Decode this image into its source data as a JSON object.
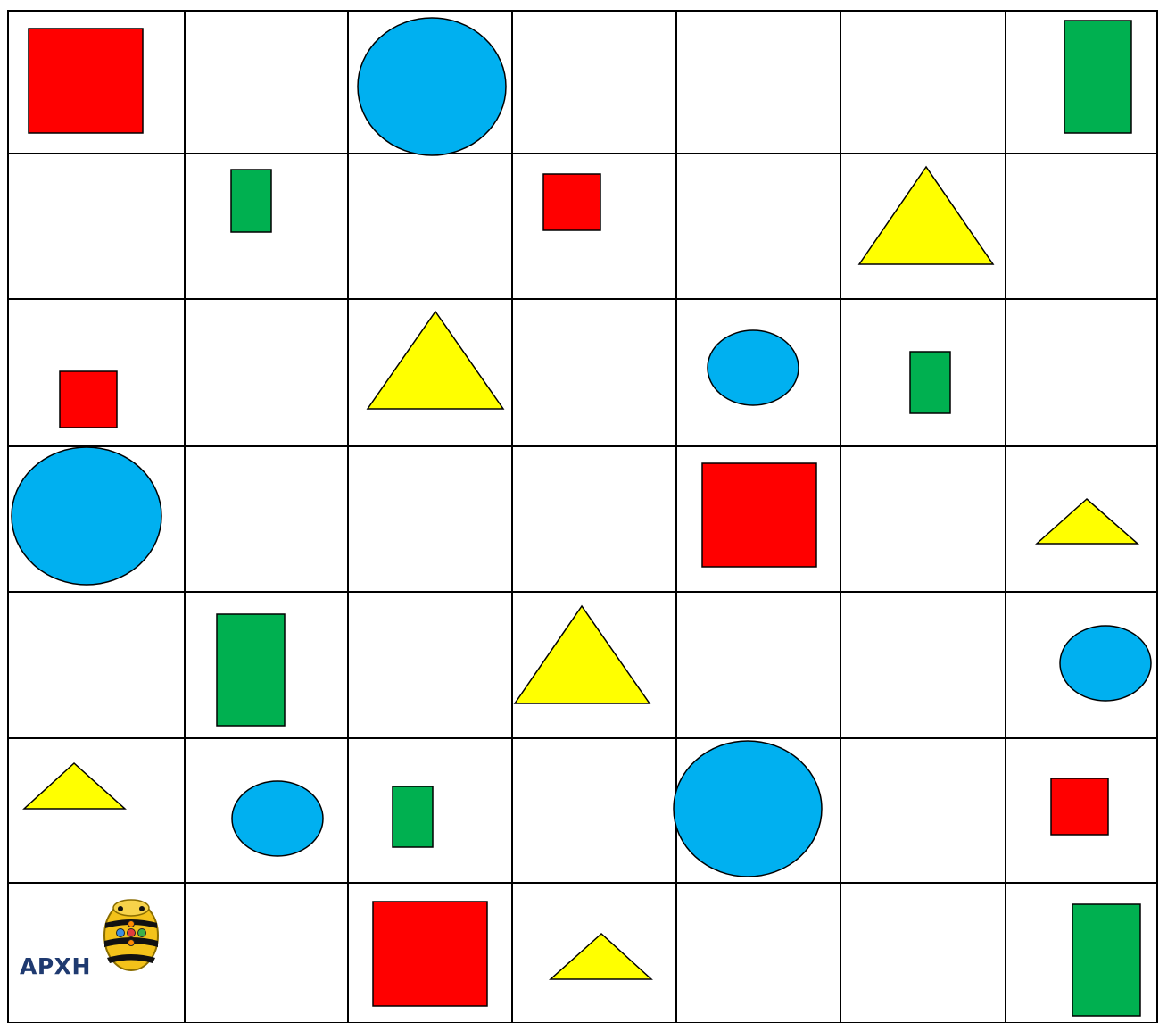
{
  "board": {
    "rows": 7,
    "cols": 7,
    "grid_line_color": "#000000",
    "start_label": "ΑΡΧΗ",
    "robot_icon": "bee-bot-icon",
    "colors": {
      "square": "#ff0000",
      "rectangle": "#00b050",
      "circle": "#00b0f0",
      "triangle": "#ffff00"
    },
    "cells": [
      {
        "row": 0,
        "col": 0,
        "shape": "square",
        "size": "large"
      },
      {
        "row": 0,
        "col": 2,
        "shape": "circle",
        "size": "large"
      },
      {
        "row": 0,
        "col": 6,
        "shape": "rectangle",
        "size": "large"
      },
      {
        "row": 1,
        "col": 1,
        "shape": "rectangle",
        "size": "small"
      },
      {
        "row": 1,
        "col": 3,
        "shape": "square",
        "size": "small"
      },
      {
        "row": 1,
        "col": 5,
        "shape": "triangle",
        "size": "large"
      },
      {
        "row": 2,
        "col": 0,
        "shape": "square",
        "size": "small"
      },
      {
        "row": 2,
        "col": 2,
        "shape": "triangle",
        "size": "large"
      },
      {
        "row": 2,
        "col": 4,
        "shape": "circle",
        "size": "small"
      },
      {
        "row": 2,
        "col": 5,
        "shape": "rectangle",
        "size": "small"
      },
      {
        "row": 3,
        "col": 0,
        "shape": "circle",
        "size": "large"
      },
      {
        "row": 3,
        "col": 4,
        "shape": "square",
        "size": "large"
      },
      {
        "row": 3,
        "col": 6,
        "shape": "triangle",
        "size": "small"
      },
      {
        "row": 4,
        "col": 1,
        "shape": "rectangle",
        "size": "large"
      },
      {
        "row": 4,
        "col": 3,
        "shape": "triangle",
        "size": "large"
      },
      {
        "row": 4,
        "col": 6,
        "shape": "circle",
        "size": "small"
      },
      {
        "row": 5,
        "col": 0,
        "shape": "triangle",
        "size": "small"
      },
      {
        "row": 5,
        "col": 1,
        "shape": "circle",
        "size": "small"
      },
      {
        "row": 5,
        "col": 2,
        "shape": "rectangle",
        "size": "small"
      },
      {
        "row": 5,
        "col": 4,
        "shape": "circle",
        "size": "large"
      },
      {
        "row": 5,
        "col": 6,
        "shape": "square",
        "size": "small"
      },
      {
        "row": 6,
        "col": 2,
        "shape": "square",
        "size": "large"
      },
      {
        "row": 6,
        "col": 3,
        "shape": "triangle",
        "size": "small"
      },
      {
        "row": 6,
        "col": 6,
        "shape": "rectangle",
        "size": "large"
      }
    ]
  }
}
